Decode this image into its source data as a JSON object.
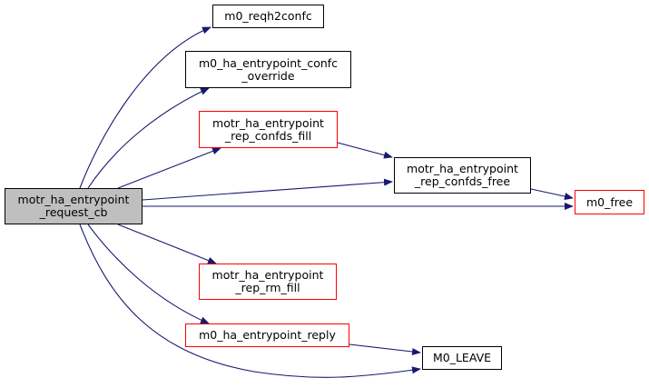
{
  "graph": {
    "type": "call-graph",
    "colors": {
      "edge": "#191970",
      "root_fill": "#bfbfbf",
      "node_border": "#000000",
      "external_node_border": "#ff0000"
    },
    "nodes": [
      {
        "id": "root",
        "label": "motr_ha_entrypoint\n_request_cb",
        "style": "root"
      },
      {
        "id": "reqh2confc",
        "label": "m0_reqh2confc",
        "style": "normal"
      },
      {
        "id": "confc_override",
        "label": "m0_ha_entrypoint_confc\n_override",
        "style": "normal"
      },
      {
        "id": "confds_fill",
        "label": "motr_ha_entrypoint\n_rep_confds_fill",
        "style": "red"
      },
      {
        "id": "confds_free",
        "label": "motr_ha_entrypoint\n_rep_confds_free",
        "style": "normal"
      },
      {
        "id": "m0_free",
        "label": "m0_free",
        "style": "red"
      },
      {
        "id": "rm_fill",
        "label": "motr_ha_entrypoint\n_rep_rm_fill",
        "style": "red"
      },
      {
        "id": "reply",
        "label": "m0_ha_entrypoint_reply",
        "style": "red"
      },
      {
        "id": "leave",
        "label": "M0_LEAVE",
        "style": "normal"
      }
    ],
    "edges": [
      {
        "from": "root",
        "to": "reqh2confc"
      },
      {
        "from": "root",
        "to": "confc_override"
      },
      {
        "from": "root",
        "to": "confds_fill"
      },
      {
        "from": "root",
        "to": "confds_free"
      },
      {
        "from": "root",
        "to": "m0_free"
      },
      {
        "from": "root",
        "to": "rm_fill"
      },
      {
        "from": "root",
        "to": "reply"
      },
      {
        "from": "root",
        "to": "leave"
      },
      {
        "from": "confds_fill",
        "to": "confds_free"
      },
      {
        "from": "confds_free",
        "to": "m0_free"
      },
      {
        "from": "reply",
        "to": "leave"
      }
    ]
  }
}
